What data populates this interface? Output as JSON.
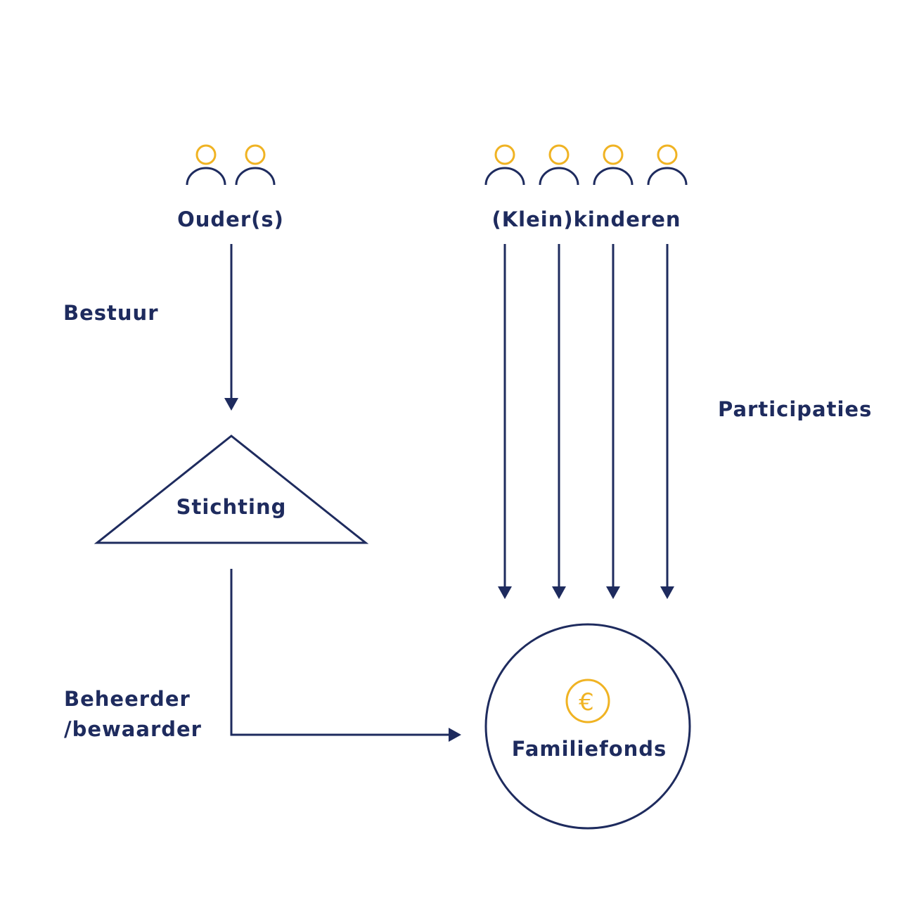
{
  "colors": {
    "navy": "#1e2b5e",
    "accent": "#f0b323"
  },
  "groups": {
    "parents": {
      "label": "Ouder(s)",
      "person_count": 2
    },
    "children": {
      "label": "(Klein)kinderen",
      "person_count": 4
    }
  },
  "flows": {
    "governance": {
      "label": "Bestuur"
    },
    "participations": {
      "label": "Participaties"
    },
    "manager": {
      "label_line1": "Beheerder",
      "label_line2": "/bewaarder"
    }
  },
  "entities": {
    "foundation": {
      "label": "Stichting",
      "shape": "triangle"
    },
    "fund": {
      "label": "Familiefonds",
      "shape": "circle",
      "icon": "euro-icon",
      "icon_symbol": "€"
    }
  }
}
